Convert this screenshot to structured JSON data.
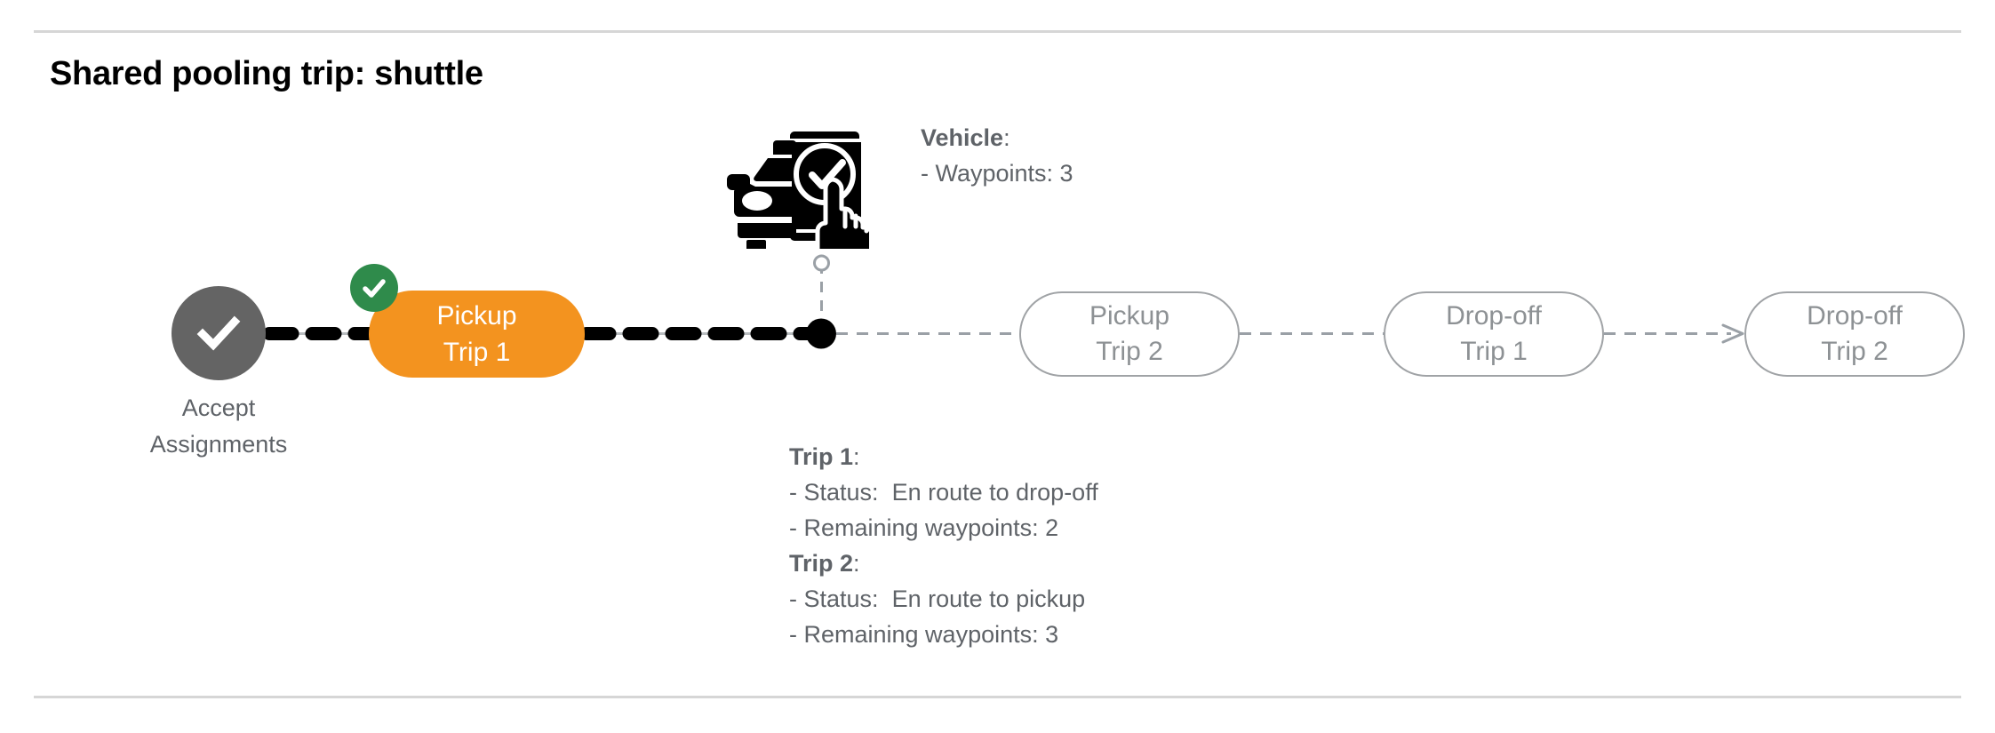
{
  "page": {
    "title": "Shared pooling trip: shuttle"
  },
  "colors": {
    "active_pill": "#f3931f",
    "completed_badge": "#2f8b4b",
    "accept_circle": "#646464",
    "pending_outline": "#a0a3a6",
    "pending_text": "#8d9194",
    "annotation_text": "#5f6368",
    "divider": "#d6d6d6",
    "active_wire": "#000000",
    "pending_wire": "#9aa0a6"
  },
  "flow": {
    "start_node": {
      "icon": "check-circle-icon",
      "label_line1": "Accept",
      "label_line2": "Assignments",
      "state": "completed"
    },
    "nodes": [
      {
        "id": "pickup-trip-1",
        "line1": "Pickup",
        "line2": "Trip 1",
        "state": "active",
        "badge": "check-icon"
      },
      {
        "id": "pickup-trip-2",
        "line1": "Pickup",
        "line2": "Trip 2",
        "state": "pending"
      },
      {
        "id": "drop-off-trip-1",
        "line1": "Drop-off",
        "line2": "Trip 1",
        "state": "pending"
      },
      {
        "id": "drop-off-trip-2",
        "line1": "Drop-off",
        "line2": "Trip 2",
        "state": "pending"
      }
    ],
    "vehicle_marker": {
      "icon": "vehicle-app-check-icon",
      "position_label": "current-vehicle-position"
    }
  },
  "annotations": {
    "vehicle": {
      "heading": "Vehicle",
      "heading_suffix": ":",
      "lines": [
        "- Waypoints: 3"
      ]
    },
    "trips": [
      {
        "heading": "Trip 1",
        "heading_suffix": ":",
        "status_label": "- Status:",
        "status_value": "En route to drop-off",
        "waypoints_line": "- Remaining waypoints: 2"
      },
      {
        "heading": "Trip 2",
        "heading_suffix": ":",
        "status_label": "- Status:",
        "status_value": "En route to pickup",
        "waypoints_line": "- Remaining waypoints: 3"
      }
    ]
  }
}
